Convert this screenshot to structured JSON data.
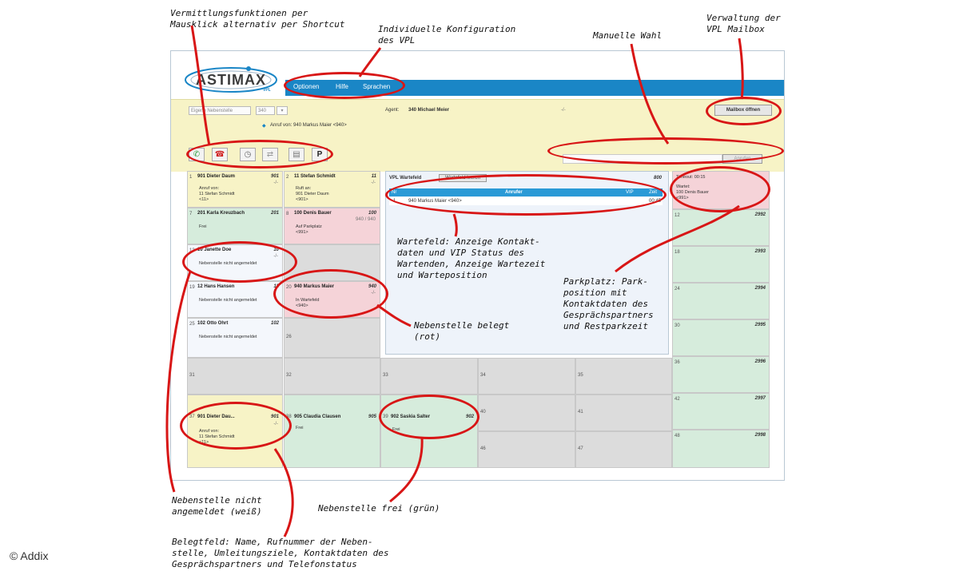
{
  "annotations": {
    "vermittlung": "Vermittlungsfunktionen per\nMausklick alternativ per Shortcut",
    "konfig": "Individuelle Konfiguration\ndes VPL",
    "manuell": "Manuelle Wahl",
    "mailbox": "Verwaltung der\nVPL Mailbox",
    "wartefeld": "Wartefeld: Anzeige Kontakt-\ndaten und VIP Status des\nWartenden, Anzeige Wartezeit\nund Warteposition",
    "parkplatz": "Parkplatz: Park-\nposition mit\nKontaktdaten des\nGesprächspartners\nund Restparkzeit",
    "belegt": "Nebenstelle belegt\n(rot)",
    "nicht_angemeldet": "Nebenstelle nicht\nangemeldet (weiß)",
    "frei": "Nebenstelle frei (grün)",
    "belegtfeld": "Belegtfeld: Name, Rufnummer der Neben-\nstelle, Umleitungsziele, Kontaktdaten des\nGesprächspartners und Telefonstatus",
    "copyright": "© Addix"
  },
  "colors": {
    "accent": "#1a86c6",
    "annotation_red": "#d81616",
    "busy": "#f5d3d8",
    "free": "#d6ecdc",
    "calling": "#f7f3c6"
  },
  "app": {
    "logo_text": "ASTIMAX",
    "logo_sub": "VPL",
    "menu": [
      "Optionen",
      "Hilfe",
      "Sprachen"
    ],
    "ext_select_placeholder": "Eigene Nebenstelle",
    "ext_select_value": "340",
    "agent_label": "Agent:",
    "agent_value": "340 Michael Meier",
    "agent_dash": "-/-",
    "mailbox_button": "Mailbox öffnen",
    "incoming_call": "Anruf von: 940 Markus Maier <940>",
    "dial_placeholder": "",
    "dial_button": "Anrufen",
    "toolbar_icons": [
      "accept-call-icon",
      "hangup-icon",
      "hold-icon",
      "transfer-icon",
      "conference-icon",
      "park-icon"
    ],
    "park_letter": "P"
  },
  "tiles": {
    "t1": {
      "num": "1",
      "name": "901 Dieter Daum",
      "ext": "901",
      "lines": [
        "Anruf von:",
        "11 Stefan Schmidt",
        "<11>"
      ],
      "dash": "-/-"
    },
    "t2": {
      "num": "2",
      "name": "11 Stefan Schmidt",
      "ext": "11",
      "lines": [
        "Ruft an:",
        "901 Dieter Daum",
        "<901>"
      ],
      "dash": "-/-"
    },
    "t7": {
      "num": "7",
      "name": "201 Karla Kreuzbach",
      "ext": "201",
      "lines": [
        "Frei"
      ],
      "dash": ""
    },
    "t8": {
      "num": "8",
      "name": "100 Denis Bauer",
      "ext": "100",
      "lines": [
        "Auf Parkplatz",
        "<991>"
      ],
      "dash": "940 / 940"
    },
    "t13": {
      "num": "13",
      "name": "10 Janette Doe",
      "ext": "10",
      "lines": [
        "Nebenstelle nicht angemeldet"
      ],
      "dash": "-/-"
    },
    "t19": {
      "num": "19",
      "name": "12 Hans Hansen",
      "ext": "12",
      "lines": [
        "Nebenstelle nicht angemeldet"
      ],
      "dash": ""
    },
    "t20": {
      "num": "20",
      "name": "940 Markus Maier",
      "ext": "940",
      "lines": [
        "In Wartefeld",
        "<940>"
      ],
      "dash": "-/-"
    },
    "t25": {
      "num": "25",
      "name": "102 Otto Ohrt",
      "ext": "102",
      "lines": [
        "Nebenstelle nicht angemeldet"
      ],
      "dash": ""
    },
    "t26": {
      "num": "26"
    },
    "t31": {
      "num": "31"
    },
    "t32": {
      "num": "32"
    },
    "t33": {
      "num": "33"
    },
    "t34": {
      "num": "34"
    },
    "t35": {
      "num": "35"
    },
    "t37": {
      "num": "37",
      "name": "901 Dieter Dau...",
      "ext": "901",
      "lines": [
        "Anruf von:",
        "11 Stefan Schmidt",
        "<11>"
      ],
      "dash": "-/-"
    },
    "t38": {
      "num": "38",
      "name": "905 Claudia Clausen",
      "ext": "905",
      "lines": [
        "Frei"
      ],
      "dash": ""
    },
    "t39": {
      "num": "39",
      "name": "902 Saskia Salter",
      "ext": "902",
      "lines": [
        "Frei"
      ],
      "dash": ""
    },
    "t40": {
      "num": "40"
    },
    "t41": {
      "num": "41"
    },
    "t46": {
      "num": "46"
    },
    "t47": {
      "num": "47"
    }
  },
  "wartefeld": {
    "title": "VPL Wartefeld",
    "button": "Wartefeld leeren",
    "ext": "800",
    "col_nr": "Nr",
    "col_caller": "Anrufer",
    "col_vip": "VIP",
    "col_time": "Zeit",
    "rows": [
      {
        "nr": "1",
        "caller": "940 Markus Maier <940>",
        "vip": "",
        "time": "00:45"
      }
    ]
  },
  "parkplatz": {
    "slots": [
      {
        "num": "",
        "ext": "",
        "lines": [
          "Timeout: 00:15",
          "Wartet:",
          "100 Denis Bauer",
          "<991>"
        ]
      },
      {
        "num": "12",
        "ext": "2992",
        "lines": []
      },
      {
        "num": "18",
        "ext": "2993",
        "lines": []
      },
      {
        "num": "24",
        "ext": "2994",
        "lines": []
      },
      {
        "num": "30",
        "ext": "2995",
        "lines": []
      },
      {
        "num": "36",
        "ext": "2996",
        "lines": []
      },
      {
        "num": "42",
        "ext": "2997",
        "lines": []
      },
      {
        "num": "48",
        "ext": "2998",
        "lines": []
      }
    ]
  }
}
